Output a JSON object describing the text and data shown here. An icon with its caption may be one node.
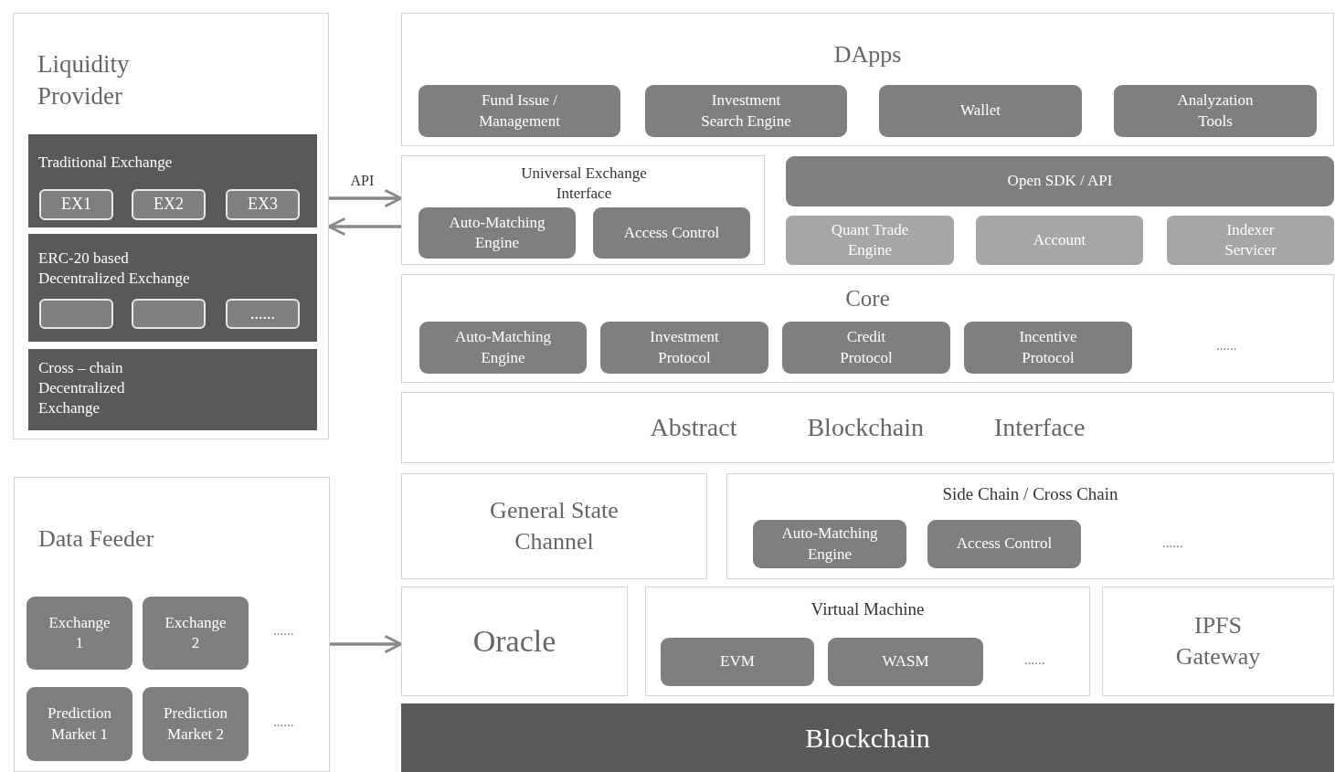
{
  "diagram": {
    "nodes": [
      {
        "text": [
          "Liquidity Provider"
        ]
      },
      {
        "text": [
          "Traditional Exchange"
        ],
        "in": 0
      },
      {
        "text": [
          "EX1"
        ],
        "in": 1
      },
      {
        "text": [
          "EX2"
        ],
        "in": 1
      },
      {
        "text": [
          "EX3"
        ],
        "in": 1
      },
      {
        "text": [
          "ERC-20 based Decentralized Exchange"
        ],
        "in": 0
      },
      {
        "text": [],
        "shape": "box",
        "in": 5
      },
      {
        "text": [],
        "shape": "box",
        "in": 5
      },
      {
        "text": [
          "......"
        ],
        "in": 5
      },
      {
        "text": [
          "Cross – chain Decentralized Exchange"
        ],
        "in": 0
      },
      {
        "text": [
          "Data Feeder"
        ]
      },
      {
        "text": [
          "Exchange 1"
        ],
        "in": 10
      },
      {
        "text": [
          "Exchange 2"
        ],
        "in": 10
      },
      {
        "text": [
          "Prediction Market 1"
        ],
        "in": 10
      },
      {
        "text": [
          "Prediction Market 2"
        ],
        "in": 10
      },
      {
        "text": [
          "DApps"
        ]
      },
      {
        "text": [
          "Fund Issue / Management"
        ],
        "in": 15
      },
      {
        "text": [
          "Investment Search Engine"
        ],
        "in": 15
      },
      {
        "text": [
          "Wallet"
        ],
        "in": 15
      },
      {
        "text": [
          "Analyzation Tools"
        ],
        "in": 15
      },
      {
        "text": [
          "Universal Exchange Interface"
        ]
      },
      {
        "text": [
          "Auto-Matching Engine"
        ],
        "in": 20
      },
      {
        "text": [
          "Access Control"
        ],
        "in": 20
      },
      {
        "text": [
          "Open SDK / API"
        ]
      },
      {
        "text": [
          "Quant Trade Engine"
        ]
      },
      {
        "text": [
          "Account"
        ]
      },
      {
        "text": [
          "Indexer Servicer"
        ]
      },
      {
        "text": [
          "Core"
        ]
      },
      {
        "text": [
          "Auto-Matching Engine"
        ],
        "in": 27
      },
      {
        "text": [
          "Investment Protocol"
        ],
        "in": 27
      },
      {
        "text": [
          "Credit Protocol"
        ],
        "in": 27
      },
      {
        "text": [
          "Incentive Protocol"
        ],
        "in": 27
      },
      {
        "text": [
          "Abstract Blockchain Interface"
        ]
      },
      {
        "text": [
          "General State Channel"
        ]
      },
      {
        "text": [
          "Side Chain / Cross Chain"
        ]
      },
      {
        "text": [
          "Auto-Matching Engine"
        ],
        "in": 34
      },
      {
        "text": [
          "Access Control"
        ],
        "in": 34
      },
      {
        "text": [
          "Oracle"
        ]
      },
      {
        "text": [
          "Virtual Machine"
        ]
      },
      {
        "text": [
          "EVM"
        ],
        "in": 38
      },
      {
        "text": [
          "WASM"
        ],
        "in": 38
      },
      {
        "text": [
          "IPFS Gateway"
        ]
      },
      {
        "text": [
          "Blockchain"
        ]
      }
    ],
    "edges": [
      {
        "from": 0,
        "to": 20,
        "arrow": "to",
        "label": "API"
      },
      {
        "from": 20,
        "to": 0,
        "arrow": "to"
      },
      {
        "from": 10,
        "to": 37,
        "arrow": "to"
      }
    ],
    "labels": [
      "......",
      "......",
      "......",
      "......",
      "......"
    ]
  }
}
